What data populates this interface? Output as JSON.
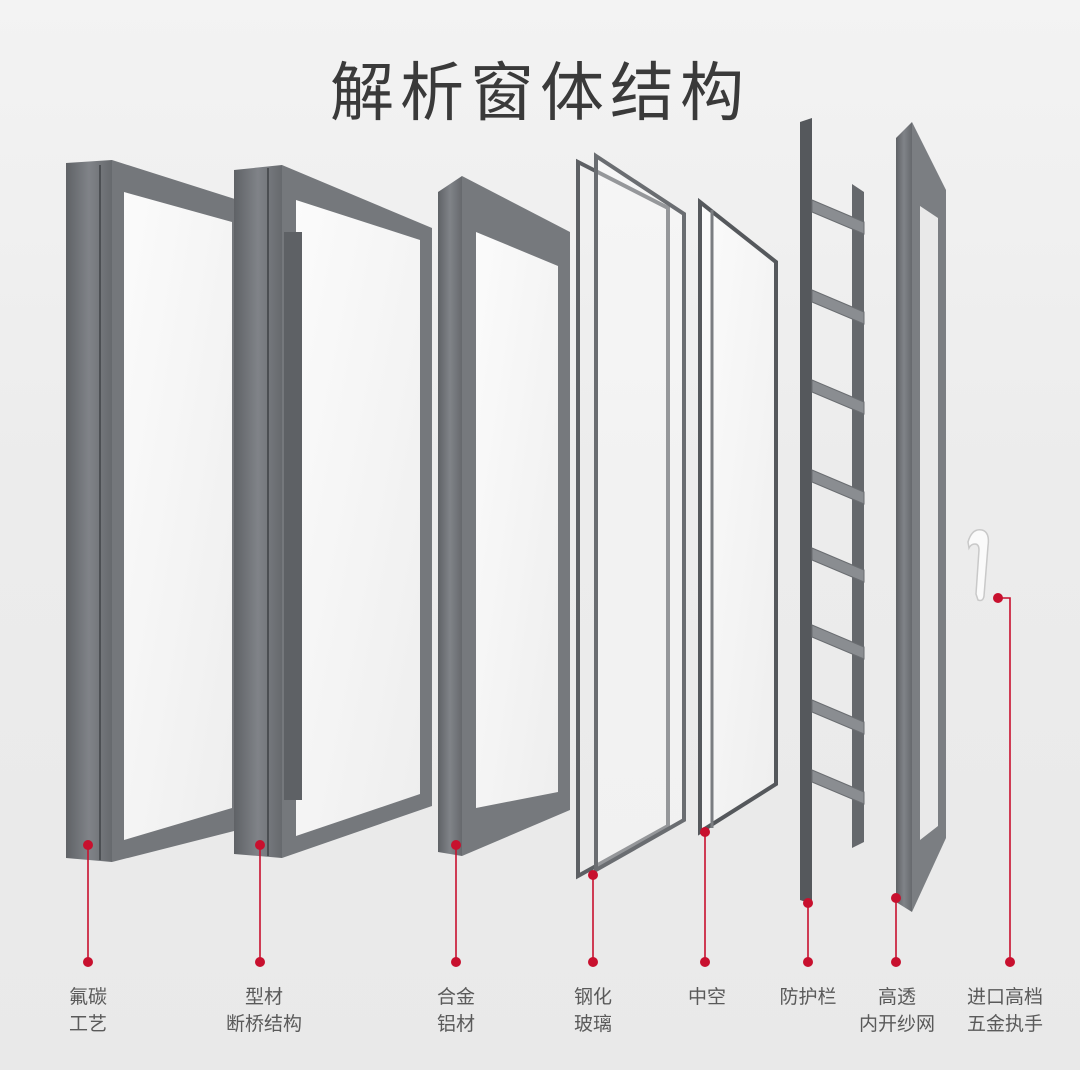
{
  "title": "解析窗体结构",
  "accent_color": "#c8102e",
  "frame_color": "#6f7276",
  "components": [
    {
      "line1": "氟碳",
      "line2": "工艺"
    },
    {
      "line1": "型材",
      "line2": "断桥结构"
    },
    {
      "line1": "合金",
      "line2": "铝材"
    },
    {
      "line1": "钢化",
      "line2": "玻璃"
    },
    {
      "line1": "中空",
      "line2": ""
    },
    {
      "line1": "防护栏",
      "line2": ""
    },
    {
      "line1": "高透",
      "line2": "内开纱网"
    },
    {
      "line1": "进口高档",
      "line2": "五金执手"
    }
  ]
}
